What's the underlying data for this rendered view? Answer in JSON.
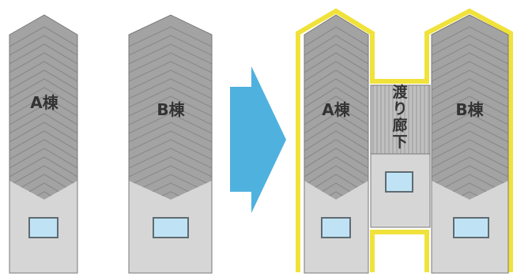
{
  "colors": {
    "roof": "#a3a3a3",
    "roof_stripe": "#8a8a8a",
    "wall": "#d6d6d6",
    "outline": "#7a7a7a",
    "window_fill": "#bfe3f4",
    "window_border": "#5f6b72",
    "arrow": "#4fb1de",
    "highlight": "#f0e23a",
    "corridor_roof": "#c0c0c0",
    "corridor_stripe": "#9a9a9a",
    "text": "#333333"
  },
  "before": {
    "building_a_label": "A棟",
    "building_b_label": "B棟"
  },
  "after": {
    "building_a_label": "A棟",
    "building_b_label": "B棟",
    "corridor_label_chars": [
      "渡",
      "り",
      "廊",
      "下"
    ]
  },
  "icons": {
    "arrow": "right-arrow-icon"
  }
}
